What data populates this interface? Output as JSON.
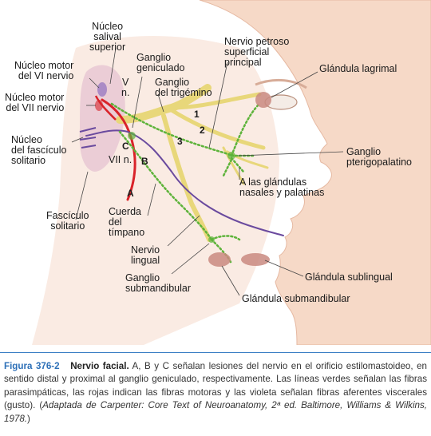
{
  "labels": {
    "nucleo_salival": [
      "Núcleo",
      "salival",
      "superior"
    ],
    "nucleo_vi": [
      "Núcleo motor",
      "del VI nervio"
    ],
    "nucleo_vii": [
      "Núcleo motor",
      "del VII nervio"
    ],
    "nucleo_fasciculo": [
      "Núcleo",
      "del fascículo",
      "solitario"
    ],
    "fasciculo": [
      "Fascículo",
      "solitario"
    ],
    "ganglio_geniculado": [
      "Ganglio",
      "geniculado"
    ],
    "v_n": [
      "V",
      "n."
    ],
    "ganglio_trigemino": [
      "Ganglio",
      "del trigémino"
    ],
    "nervio_petroso": [
      "Nervio petroso",
      "superficial",
      "principal"
    ],
    "glandula_lagrimal": "Glándula lagrimal",
    "ganglio_pterigo": [
      "Ganglio",
      "pterigopalatino"
    ],
    "glandulas_nasales": [
      "A las glándulas",
      "nasales y palatinas"
    ],
    "cuerda_timpano": [
      "Cuerda",
      "del",
      "tímpano"
    ],
    "vii_n": "VII n.",
    "nervio_lingual": [
      "Nervio",
      "lingual"
    ],
    "ganglio_submand": [
      "Ganglio",
      "submandibular"
    ],
    "glandula_sublingual": "Glándula sublingual",
    "glandula_submand": "Glándula submandibular"
  },
  "markers": {
    "a": "A",
    "b": "B",
    "c": "C",
    "n1": "1",
    "n2": "2",
    "n3": "3"
  },
  "caption": {
    "figure": "Figura 376-2",
    "title": "Nervio facial.",
    "body": " A, B y C señalan lesiones del nervio en el orificio estilomastoideo, en sentido distal y proximal al ganglio geniculado, respectivamente. Las líneas verdes señalan las fibras parasimpáticas, las rojas indican las fibras motoras y las violeta señalan fibras aferentes viscerales (gusto). (",
    "source": "Adaptada de Carpenter: Core Text of Neuroanatomy, 2ª ed. Baltimore, Williams & Wilkins, 1978.",
    "end": ")"
  },
  "colors": {
    "skin": "#f6d9c7",
    "skin_edge": "#e6b9a2",
    "nerve": "#e8d77a",
    "parasympathetic": "#5db33a",
    "motor": "#d9232a",
    "afferent": "#6a4a9e",
    "gland": "#c98a80",
    "caption_accent": "#2c6fb7"
  }
}
